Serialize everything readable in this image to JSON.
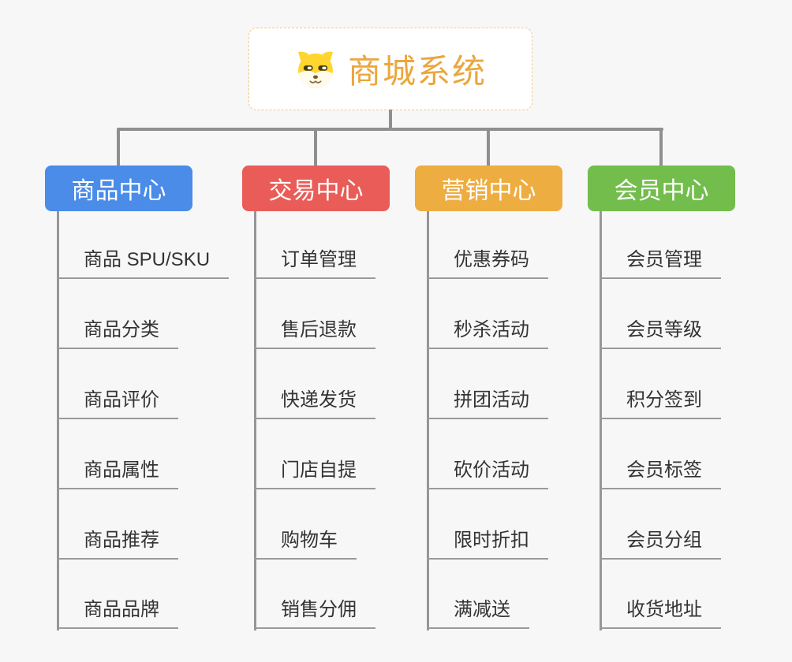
{
  "root": {
    "title": "商城系统",
    "icon": "dog-face-icon"
  },
  "palette": {
    "background": "#F7F7F7",
    "connector": "#8F8F8F",
    "leaf_underline": "#9A9A9A",
    "leaf_text": "#333333",
    "root_text": "#EBA63D",
    "root_border": "#F0C988",
    "root_background": "#FFFFFF",
    "branch_text": "#FFFFFF"
  },
  "branches": [
    {
      "label": "商品中心",
      "color": "#4A8CE8",
      "children": [
        "商品 SPU/SKU",
        "商品分类",
        "商品评价",
        "商品属性",
        "商品推荐",
        "商品品牌"
      ]
    },
    {
      "label": "交易中心",
      "color": "#E95C58",
      "children": [
        "订单管理",
        "售后退款",
        "快递发货",
        "门店自提",
        "购物车",
        "销售分佣"
      ]
    },
    {
      "label": "营销中心",
      "color": "#EDAD41",
      "children": [
        "优惠券码",
        "秒杀活动",
        "拼团活动",
        "砍价活动",
        "限时折扣",
        "满减送"
      ]
    },
    {
      "label": "会员中心",
      "color": "#73BD4D",
      "children": [
        "会员管理",
        "会员等级",
        "积分签到",
        "会员标签",
        "会员分组",
        "收货地址"
      ]
    }
  ]
}
